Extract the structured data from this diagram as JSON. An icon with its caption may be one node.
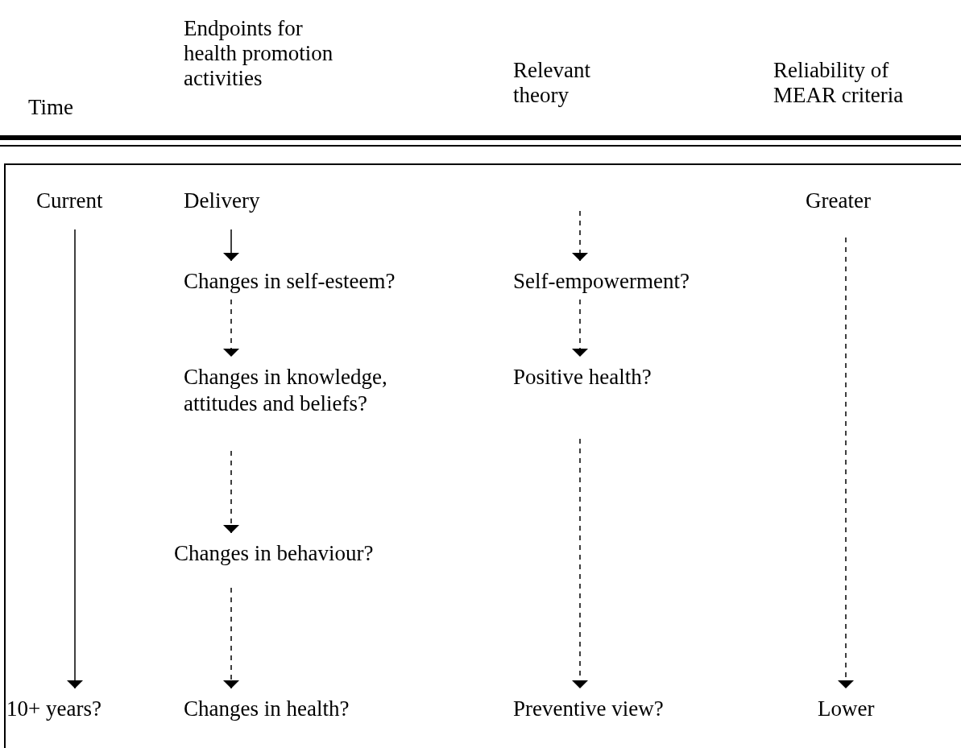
{
  "diagram": {
    "nodes": [
      {
        "text": [
          "Current"
        ]
      },
      {
        "text": [
          "10+ years?"
        ]
      },
      {
        "text": [
          "Delivery"
        ]
      },
      {
        "text": [
          "Changes in self-esteem?"
        ]
      },
      {
        "text": [
          "Changes in knowledge, attitudes and beliefs?"
        ]
      },
      {
        "text": [
          "Changes in behaviour?"
        ]
      },
      {
        "text": [
          "Changes in health?"
        ]
      },
      {
        "text": [
          "Self-empowerment?"
        ]
      },
      {
        "text": [
          "Positive health?"
        ]
      },
      {
        "text": [
          "Preventive view?"
        ]
      },
      {
        "text": [
          "Greater"
        ]
      },
      {
        "text": [
          "Lower"
        ]
      }
    ],
    "edges": [
      {
        "from": 0,
        "to": 1,
        "arrow": "to"
      },
      {
        "from": 2,
        "to": 3,
        "arrow": "to"
      },
      {
        "from": 3,
        "to": 4,
        "arrow": "to",
        "style": "dashed"
      },
      {
        "from": 4,
        "to": 5,
        "arrow": "to",
        "style": "dashed"
      },
      {
        "from": 5,
        "to": 6,
        "arrow": "to",
        "style": "dashed"
      },
      {
        "from": null,
        "to": 7,
        "arrow": "to",
        "style": "dashed"
      },
      {
        "from": 7,
        "to": 8,
        "arrow": "to",
        "style": "dashed"
      },
      {
        "from": 8,
        "to": 9,
        "arrow": "to",
        "style": "dashed"
      },
      {
        "from": 10,
        "to": 11,
        "arrow": "to",
        "style": "dashed"
      }
    ],
    "labels": [
      "Time",
      "Endpoints for health promotion activities",
      "Relevant theory",
      "Reliability of MEAR criteria"
    ]
  }
}
